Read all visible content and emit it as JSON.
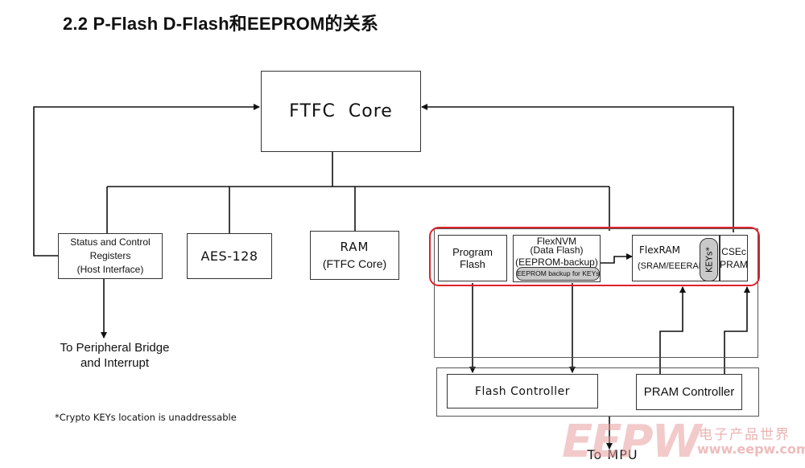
{
  "title": "2.2 P-Flash D-Flash和EEPROM的关系",
  "diagram": {
    "core": "FTFC  Core",
    "status_box": [
      "Status and Control",
      "Registers",
      "(Host Interface)"
    ],
    "aes": "AES-128",
    "ram": [
      "RAM",
      "(FTFC Core)"
    ],
    "program_flash": "Program Flash",
    "flexnvm": [
      "FlexNVM",
      "(Data Flash)",
      "(EEPROM-backup)"
    ],
    "eeprom_keys": "EEPROM backup for  KEYs*",
    "flexram": [
      "FlexRAM",
      "(SRAM/EEERAM)"
    ],
    "keys": "KEYs*",
    "csec": [
      "CSEc",
      "PRAM"
    ],
    "flash_controller": "Flash Controller",
    "pram_controller": "PRAM Controller",
    "peripheral": [
      "To Peripheral Bridge",
      "and Interrupt"
    ],
    "mpu": "To MPU",
    "footnote": "*Crypto KEYs location is unaddressable"
  },
  "watermark": {
    "logo": "EEPW",
    "cn": "电子产品世界",
    "url": "www.eepw.com.cn"
  },
  "colors": {
    "highlight": "#e0202a",
    "frame": "#555555",
    "watermark": "#e8a0a0"
  }
}
